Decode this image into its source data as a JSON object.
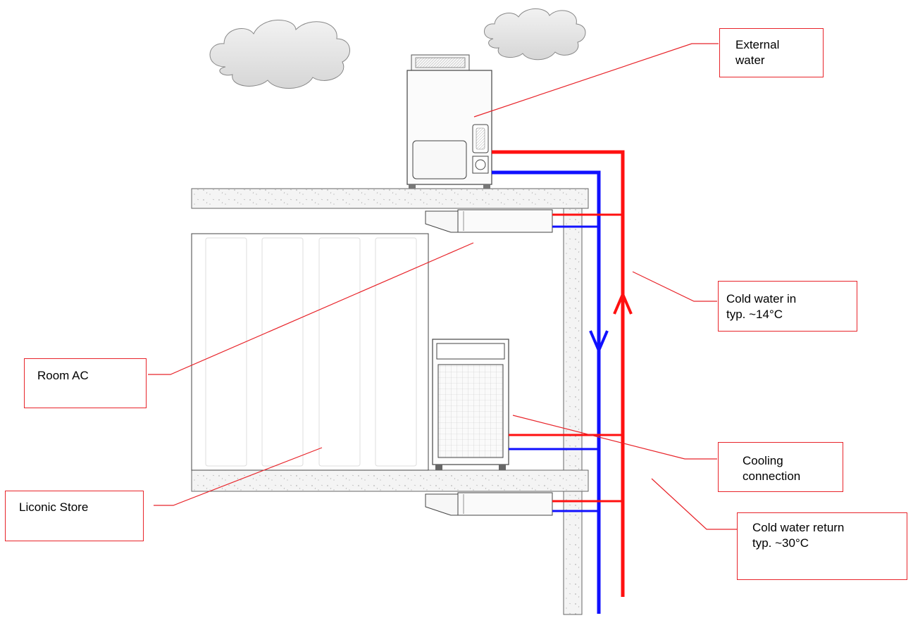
{
  "labels": {
    "external_water": [
      "External",
      "water"
    ],
    "cold_water_in": [
      "Cold water  in",
      "typ. ~14°C"
    ],
    "room_ac": [
      "Room AC"
    ],
    "liconic_store": [
      "Liconic Store"
    ],
    "cooling_connection": [
      "Cooling",
      "connection"
    ],
    "cold_water_return": [
      "Cold water return",
      "typ. ~30°C"
    ]
  },
  "colors": {
    "callout": "#e8242a",
    "supply_pipe": "#ff1010",
    "return_pipe": "#1010ff",
    "concrete": "#f4f4f4",
    "outline": "#555555",
    "cloud": "#e6e6e6"
  }
}
